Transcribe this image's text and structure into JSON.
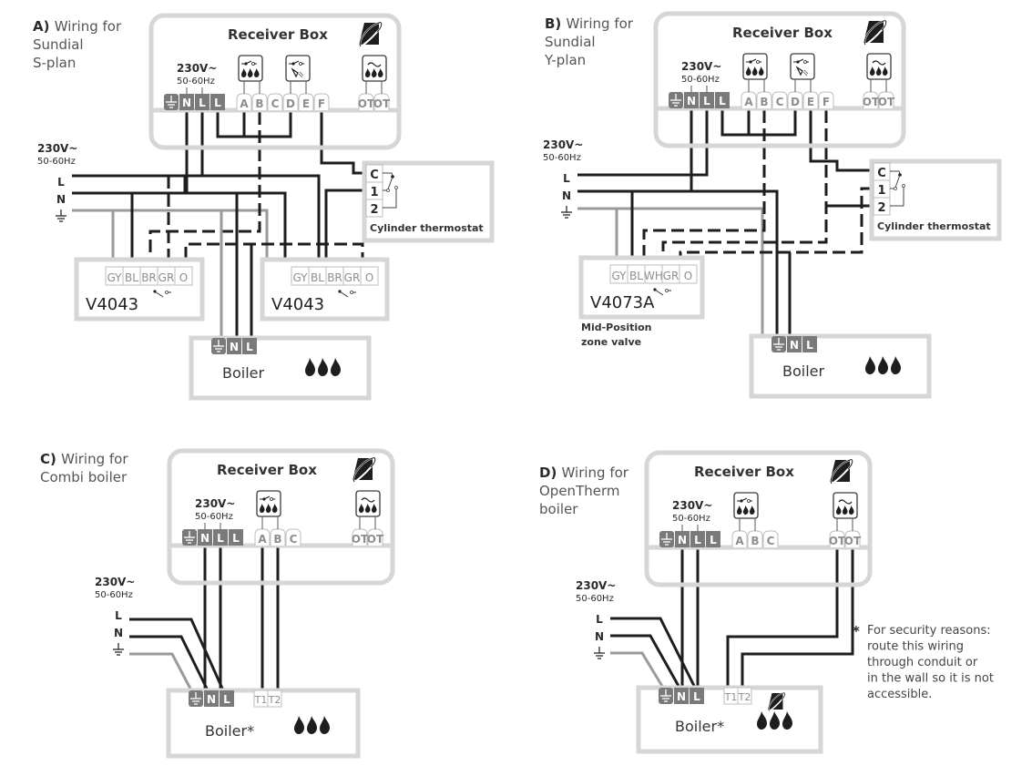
{
  "colors": {
    "wire_live": "#1e1e1e",
    "wire_earth": "#9a9a9a",
    "box_border": "#d6d6d6",
    "terminal_dark": "#7a7a7a",
    "terminal_light_border": "#bdbdbd",
    "terminal_light_text": "#8e8e8e",
    "text": "#2a2a2a",
    "label_grey": "#5a5a5a"
  },
  "common": {
    "receiver_title": "Receiver Box",
    "supply_voltage": "230V~",
    "supply_freq": "50-60Hz",
    "mains_labels": [
      "L",
      "N",
      "⏚"
    ],
    "power_terminals": [
      "⏚",
      "N",
      "L",
      "L"
    ],
    "ot_terminals": [
      "OT",
      "OT"
    ],
    "boiler_power_terminals": [
      "⏚",
      "N",
      "L"
    ],
    "thermostat_terminals": [
      "C",
      "1",
      "2"
    ],
    "thermostat_label": "Cylinder thermostat",
    "icons": [
      "receiver-logo-icon",
      "relay-heating-icon",
      "relay-hotwater-icon",
      "opentherm-heating-icon",
      "flame-icon",
      "ground-icon"
    ]
  },
  "panels": {
    "a": {
      "letter": "A)",
      "title_lines": [
        "Wiring for",
        "Sundial",
        "S-plan"
      ],
      "relay_terminals": [
        "A",
        "B",
        "C",
        "D",
        "E",
        "F"
      ],
      "valves": [
        {
          "name": "V4043",
          "terminals": [
            "GY",
            "BL",
            "BR",
            "GR",
            "O"
          ]
        },
        {
          "name": "V4043",
          "terminals": [
            "GY",
            "BL",
            "BR",
            "GR",
            "O"
          ]
        }
      ],
      "boiler_label": "Boiler"
    },
    "b": {
      "letter": "B)",
      "title_lines": [
        "Wiring for",
        "Sundial",
        "Y-plan"
      ],
      "relay_terminals": [
        "A",
        "B",
        "C",
        "D",
        "E",
        "F"
      ],
      "valve": {
        "name": "V4073A",
        "terminals": [
          "GY",
          "BL",
          "WH",
          "GR",
          "O"
        ],
        "caption_lines": [
          "Mid-Position",
          "zone valve"
        ]
      },
      "boiler_label": "Boiler"
    },
    "c": {
      "letter": "C)",
      "title_lines": [
        "Wiring for",
        "Combi boiler"
      ],
      "relay_terminals": [
        "A",
        "B",
        "C"
      ],
      "boiler_label": "Boiler*",
      "boiler_t_terminals": [
        "T1",
        "T2"
      ]
    },
    "d": {
      "letter": "D)",
      "title_lines": [
        "Wiring for",
        "OpenTherm",
        "boiler"
      ],
      "relay_terminals": [
        "A",
        "B",
        "C"
      ],
      "boiler_label": "Boiler*",
      "boiler_t_terminals": [
        "T1",
        "T2"
      ],
      "note_star": "*",
      "note_lines": [
        "For security reasons:",
        "route this wiring",
        "through conduit or",
        "in the wall so it is not",
        "accessible."
      ]
    }
  }
}
